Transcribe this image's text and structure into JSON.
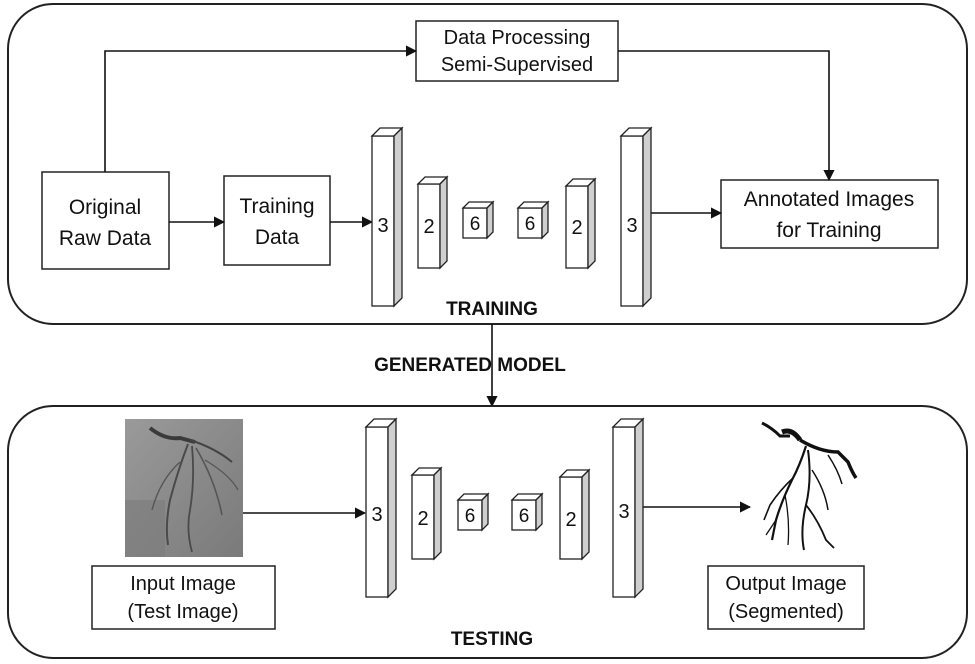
{
  "top_panel": {
    "data_processing": [
      "Data Processing",
      "Semi-Supervised"
    ],
    "original_raw_data": [
      "Original",
      "Raw Data"
    ],
    "training_data": [
      "Training",
      "Data"
    ],
    "annotated_images": [
      "Annotated Images",
      "for Training"
    ],
    "layers": [
      "3",
      "2",
      "6",
      "6",
      "2",
      "3"
    ],
    "panel_title": "TRAINING"
  },
  "connector": {
    "label": "GENERATED MODEL"
  },
  "bottom_panel": {
    "input_image": [
      "Input Image",
      "(Test Image)"
    ],
    "output_image": [
      "Output Image",
      "(Segmented)"
    ],
    "layers": [
      "3",
      "2",
      "6",
      "6",
      "2",
      "3"
    ],
    "panel_title": "TESTING"
  }
}
